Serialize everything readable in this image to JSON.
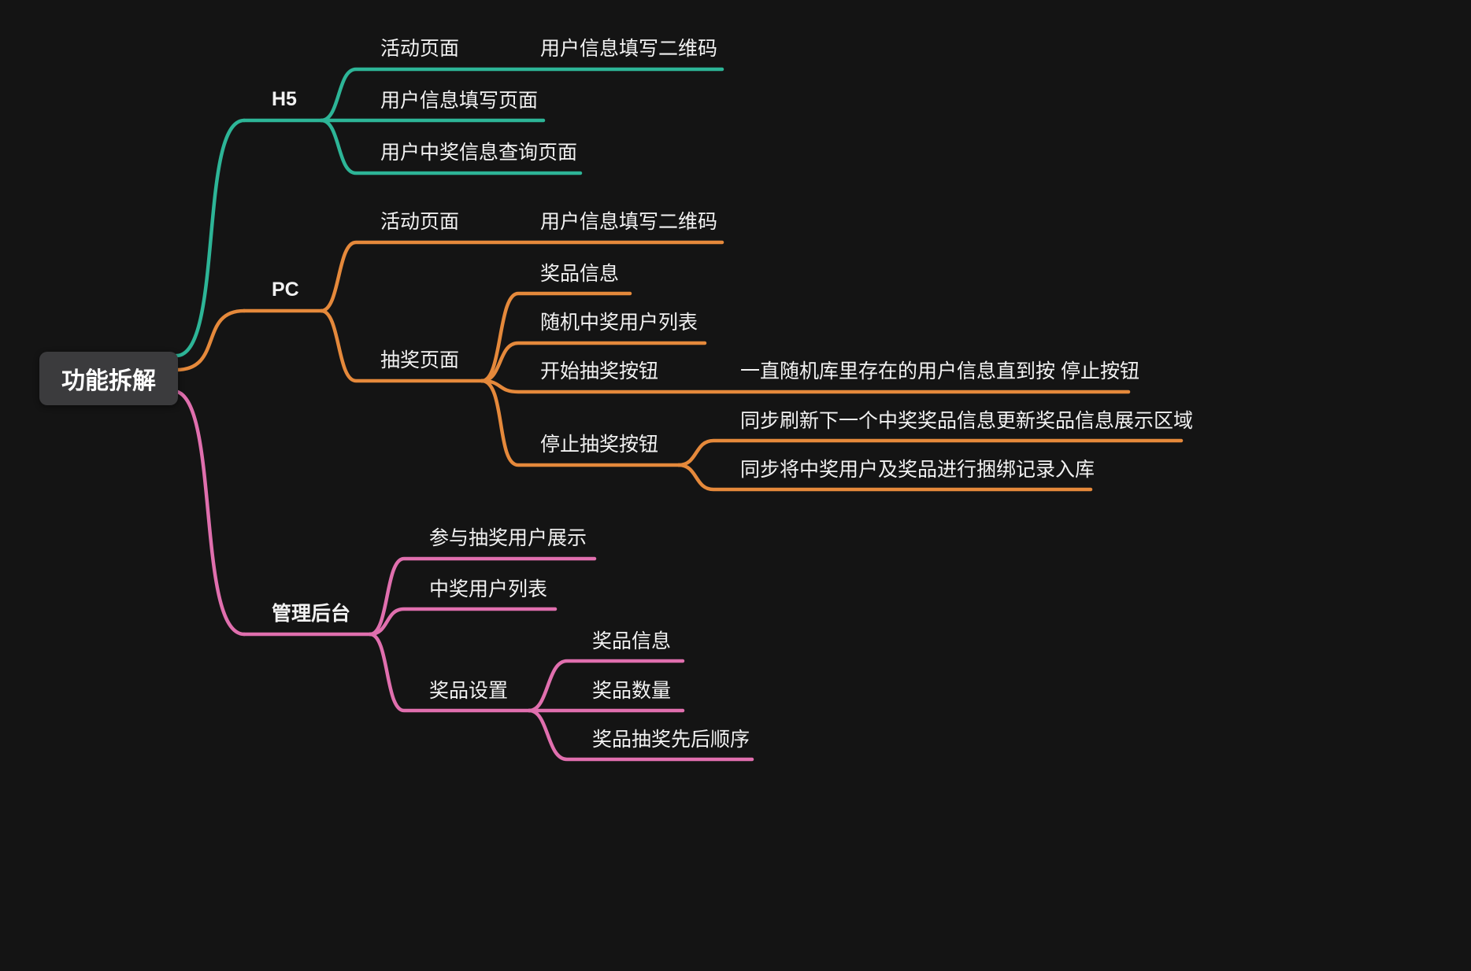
{
  "app": {
    "background_color": "#141414",
    "root_node_bg": "#3b3b3d",
    "text_color": "#f2f2f2"
  },
  "mindmap": {
    "root": {
      "label": "功能拆解"
    },
    "branches": [
      {
        "label": "H5",
        "color": "#2db597",
        "children": [
          {
            "label": "活动页面",
            "children": [
              {
                "label": "用户信息填写二维码"
              }
            ]
          },
          {
            "label": "用户信息填写页面"
          },
          {
            "label": "用户中奖信息查询页面"
          }
        ]
      },
      {
        "label": "PC",
        "color": "#e5893b",
        "children": [
          {
            "label": "活动页面",
            "children": [
              {
                "label": "用户信息填写二维码"
              }
            ]
          },
          {
            "label": "抽奖页面",
            "children": [
              {
                "label": "奖品信息"
              },
              {
                "label": "随机中奖用户列表"
              },
              {
                "label": "开始抽奖按钮",
                "children": [
                  {
                    "label": "一直随机库里存在的用户信息直到按 停止按钮"
                  }
                ]
              },
              {
                "label": "停止抽奖按钮",
                "children": [
                  {
                    "label": "同步刷新下一个中奖奖品信息更新奖品信息展示区域"
                  },
                  {
                    "label": "同步将中奖用户及奖品进行捆绑记录入库"
                  }
                ]
              }
            ]
          }
        ]
      },
      {
        "label": "管理后台",
        "color": "#e06fae",
        "children": [
          {
            "label": "参与抽奖用户展示"
          },
          {
            "label": "中奖用户列表"
          },
          {
            "label": "奖品设置",
            "children": [
              {
                "label": "奖品信息"
              },
              {
                "label": "奖品数量"
              },
              {
                "label": "奖品抽奖先后顺序"
              }
            ]
          }
        ]
      }
    ]
  }
}
